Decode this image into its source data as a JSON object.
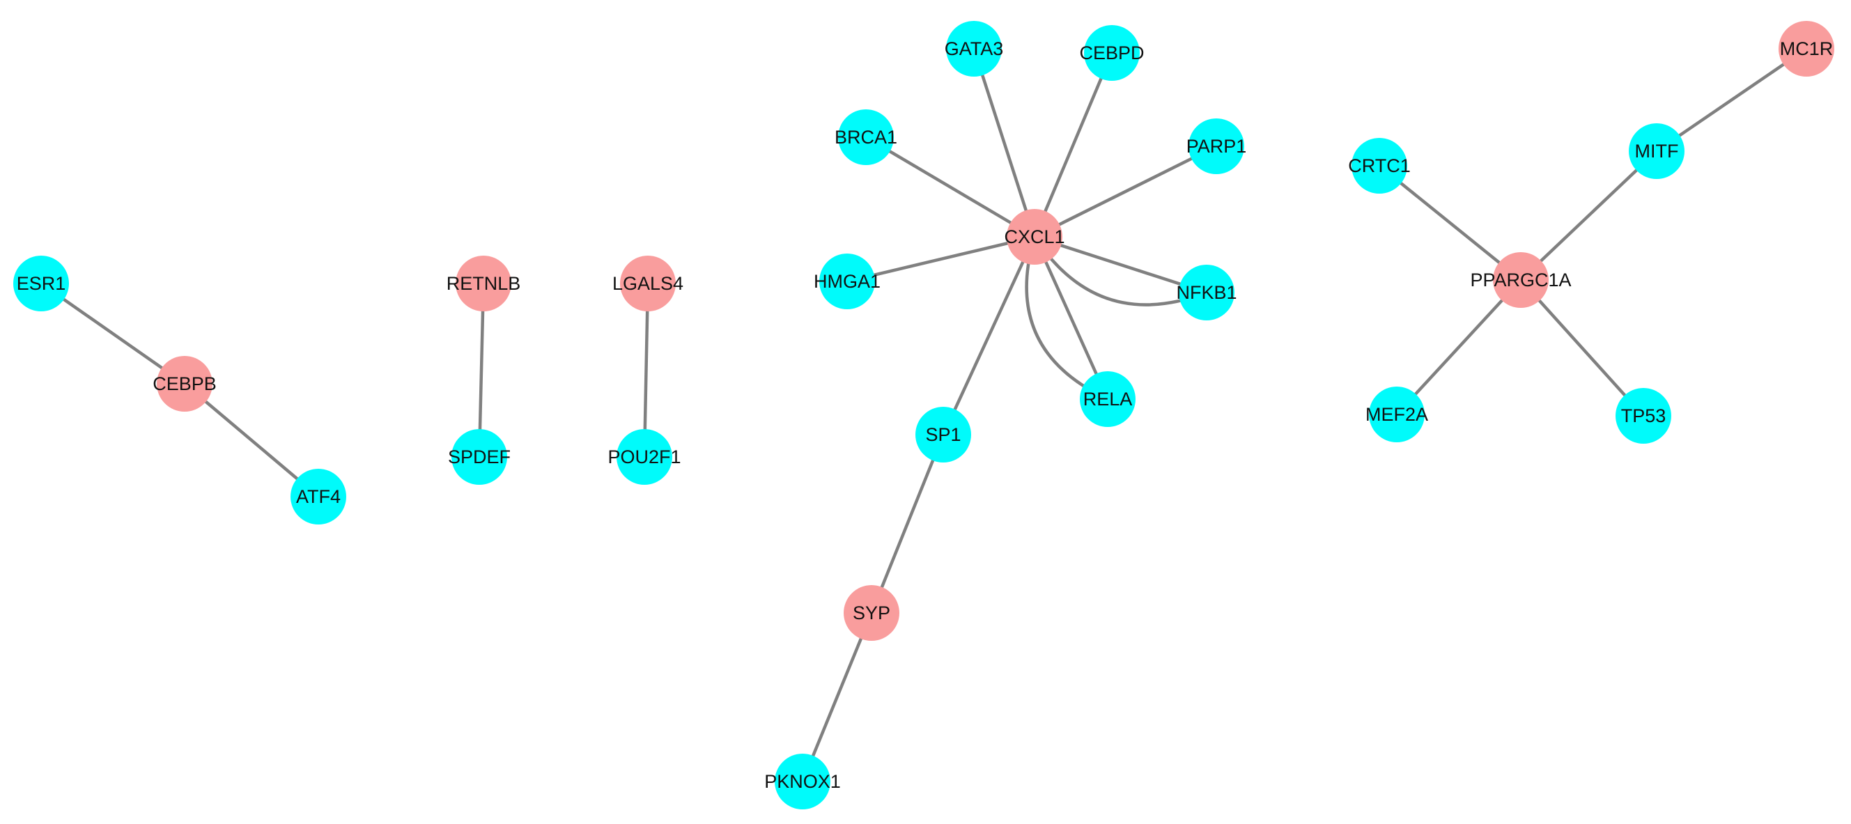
{
  "colors": {
    "background": "#ffffff",
    "edge": "#808080",
    "red_node": "#f99d9d",
    "cyan_node": "#00fbfb",
    "label": "#111111"
  },
  "nodes": [
    {
      "id": "CXCL1",
      "label": "CXCL1",
      "group": "red"
    },
    {
      "id": "GATA3",
      "label": "GATA3",
      "group": "cyan"
    },
    {
      "id": "CEBPD",
      "label": "CEBPD",
      "group": "cyan"
    },
    {
      "id": "BRCA1",
      "label": "BRCA1",
      "group": "cyan"
    },
    {
      "id": "PARP1",
      "label": "PARP1",
      "group": "cyan"
    },
    {
      "id": "HMGA1",
      "label": "HMGA1",
      "group": "cyan"
    },
    {
      "id": "NFKB1",
      "label": "NFKB1",
      "group": "cyan"
    },
    {
      "id": "RELA",
      "label": "RELA",
      "group": "cyan"
    },
    {
      "id": "SP1",
      "label": "SP1",
      "group": "cyan"
    },
    {
      "id": "SYP",
      "label": "SYP",
      "group": "red"
    },
    {
      "id": "PKNOX1",
      "label": "PKNOX1",
      "group": "cyan"
    },
    {
      "id": "ESR1",
      "label": "ESR1",
      "group": "cyan"
    },
    {
      "id": "CEBPB",
      "label": "CEBPB",
      "group": "red"
    },
    {
      "id": "ATF4",
      "label": "ATF4",
      "group": "cyan"
    },
    {
      "id": "RETNLB",
      "label": "RETNLB",
      "group": "red"
    },
    {
      "id": "SPDEF",
      "label": "SPDEF",
      "group": "cyan"
    },
    {
      "id": "LGALS4",
      "label": "LGALS4",
      "group": "red"
    },
    {
      "id": "POU2F1",
      "label": "POU2F1",
      "group": "cyan"
    },
    {
      "id": "MC1R",
      "label": "MC1R",
      "group": "red"
    },
    {
      "id": "MITF",
      "label": "MITF",
      "group": "cyan"
    },
    {
      "id": "CRTC1",
      "label": "CRTC1",
      "group": "cyan"
    },
    {
      "id": "PPARGC1A",
      "label": "PPARGC1A",
      "group": "red"
    },
    {
      "id": "MEF2A",
      "label": "MEF2A",
      "group": "cyan"
    },
    {
      "id": "TP53",
      "label": "TP53",
      "group": "cyan"
    }
  ],
  "edges": [
    {
      "source": "ESR1",
      "target": "CEBPB"
    },
    {
      "source": "CEBPB",
      "target": "ATF4"
    },
    {
      "source": "RETNLB",
      "target": "SPDEF"
    },
    {
      "source": "LGALS4",
      "target": "POU2F1"
    },
    {
      "source": "CXCL1",
      "target": "GATA3"
    },
    {
      "source": "CXCL1",
      "target": "CEBPD"
    },
    {
      "source": "CXCL1",
      "target": "BRCA1"
    },
    {
      "source": "CXCL1",
      "target": "PARP1"
    },
    {
      "source": "CXCL1",
      "target": "HMGA1"
    },
    {
      "source": "CXCL1",
      "target": "NFKB1"
    },
    {
      "source": "CXCL1",
      "target": "NFKB1"
    },
    {
      "source": "CXCL1",
      "target": "RELA"
    },
    {
      "source": "CXCL1",
      "target": "RELA"
    },
    {
      "source": "CXCL1",
      "target": "SP1"
    },
    {
      "source": "SP1",
      "target": "SYP"
    },
    {
      "source": "SYP",
      "target": "PKNOX1"
    },
    {
      "source": "MC1R",
      "target": "MITF"
    },
    {
      "source": "MITF",
      "target": "PPARGC1A"
    },
    {
      "source": "CRTC1",
      "target": "PPARGC1A"
    },
    {
      "source": "PPARGC1A",
      "target": "MEF2A"
    },
    {
      "source": "PPARGC1A",
      "target": "TP53"
    }
  ]
}
